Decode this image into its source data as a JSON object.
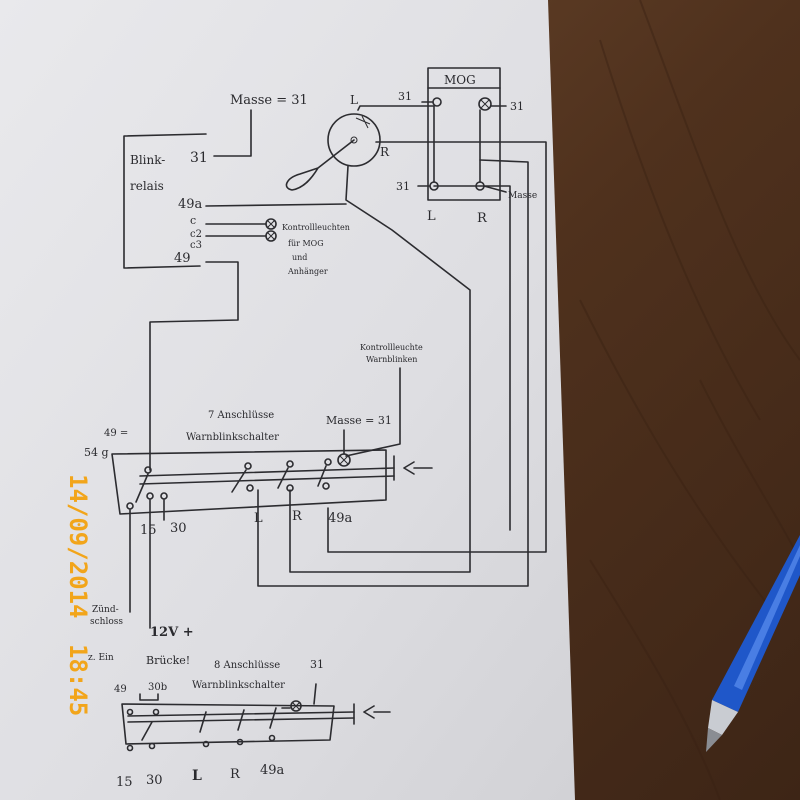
{
  "relay": {
    "label_line1": "Blink-",
    "label_line2": "relais",
    "terminal_31": "31",
    "terminal_49a": "49a",
    "terminal_c": "c",
    "terminal_c2": "c2",
    "terminal_c3": "c3",
    "terminal_49": "49"
  },
  "masse_top": "Masse = 31",
  "mog": {
    "title": "MOG",
    "t31_top_left": "31",
    "t31_top_right": "31",
    "t31_bottom_left": "31",
    "masse": "Masse",
    "L": "L",
    "R": "R"
  },
  "lever": {
    "L": "L",
    "R": "R"
  },
  "indicator_note": [
    "Kontrollleuchten",
    "für MOG",
    "und",
    "Anhänger"
  ],
  "warn_note": [
    "Kontrollleuchte",
    "Warnblinken"
  ],
  "switch7": {
    "title_line1": "7 Anschlüsse",
    "title_line2": "Warnblinkschalter",
    "masse": "Masse = 31",
    "label_49": "49 =",
    "label_54": "54 g",
    "t15": "15",
    "t30": "30",
    "tL": "L",
    "tR": "R",
    "t49a": "49a"
  },
  "zuend": [
    "Zünd-",
    "schloss"
  ],
  "plus12": "12V +",
  "zu_ein": "z. Ein",
  "switch8": {
    "bruecke": "Brücke!",
    "title_line1": "8 Anschlüsse",
    "title_line2": "Warnblinkschalter",
    "t31": "31",
    "t49": "49",
    "t30b": "30b",
    "t15": "15",
    "t30": "30",
    "tL": "L",
    "tR": "R",
    "t49a": "49a"
  },
  "timestamp": {
    "date": "14/09/2014",
    "time": "18:45"
  }
}
